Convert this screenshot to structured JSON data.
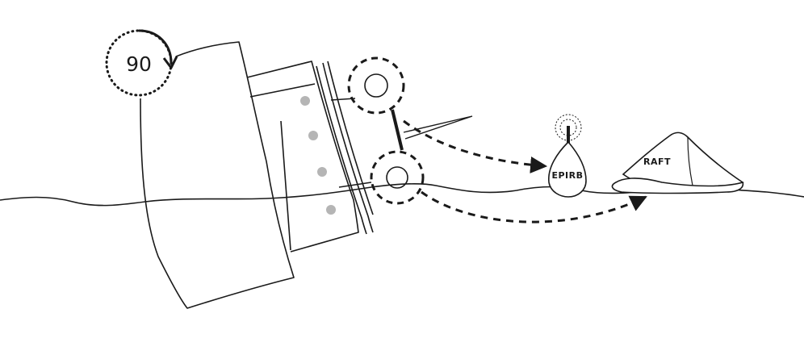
{
  "angle_label": "90",
  "epirb_label": "EPIRB",
  "raft_label": "RAFT",
  "colors": {
    "ink": "#1a1a1a",
    "porthole_dot": "#b5b5b5",
    "background": "#ffffff"
  },
  "icons": [
    "rotation-indicator-icon",
    "release-unit-icon",
    "antenna-signal-icon",
    "arrow-icon"
  ]
}
